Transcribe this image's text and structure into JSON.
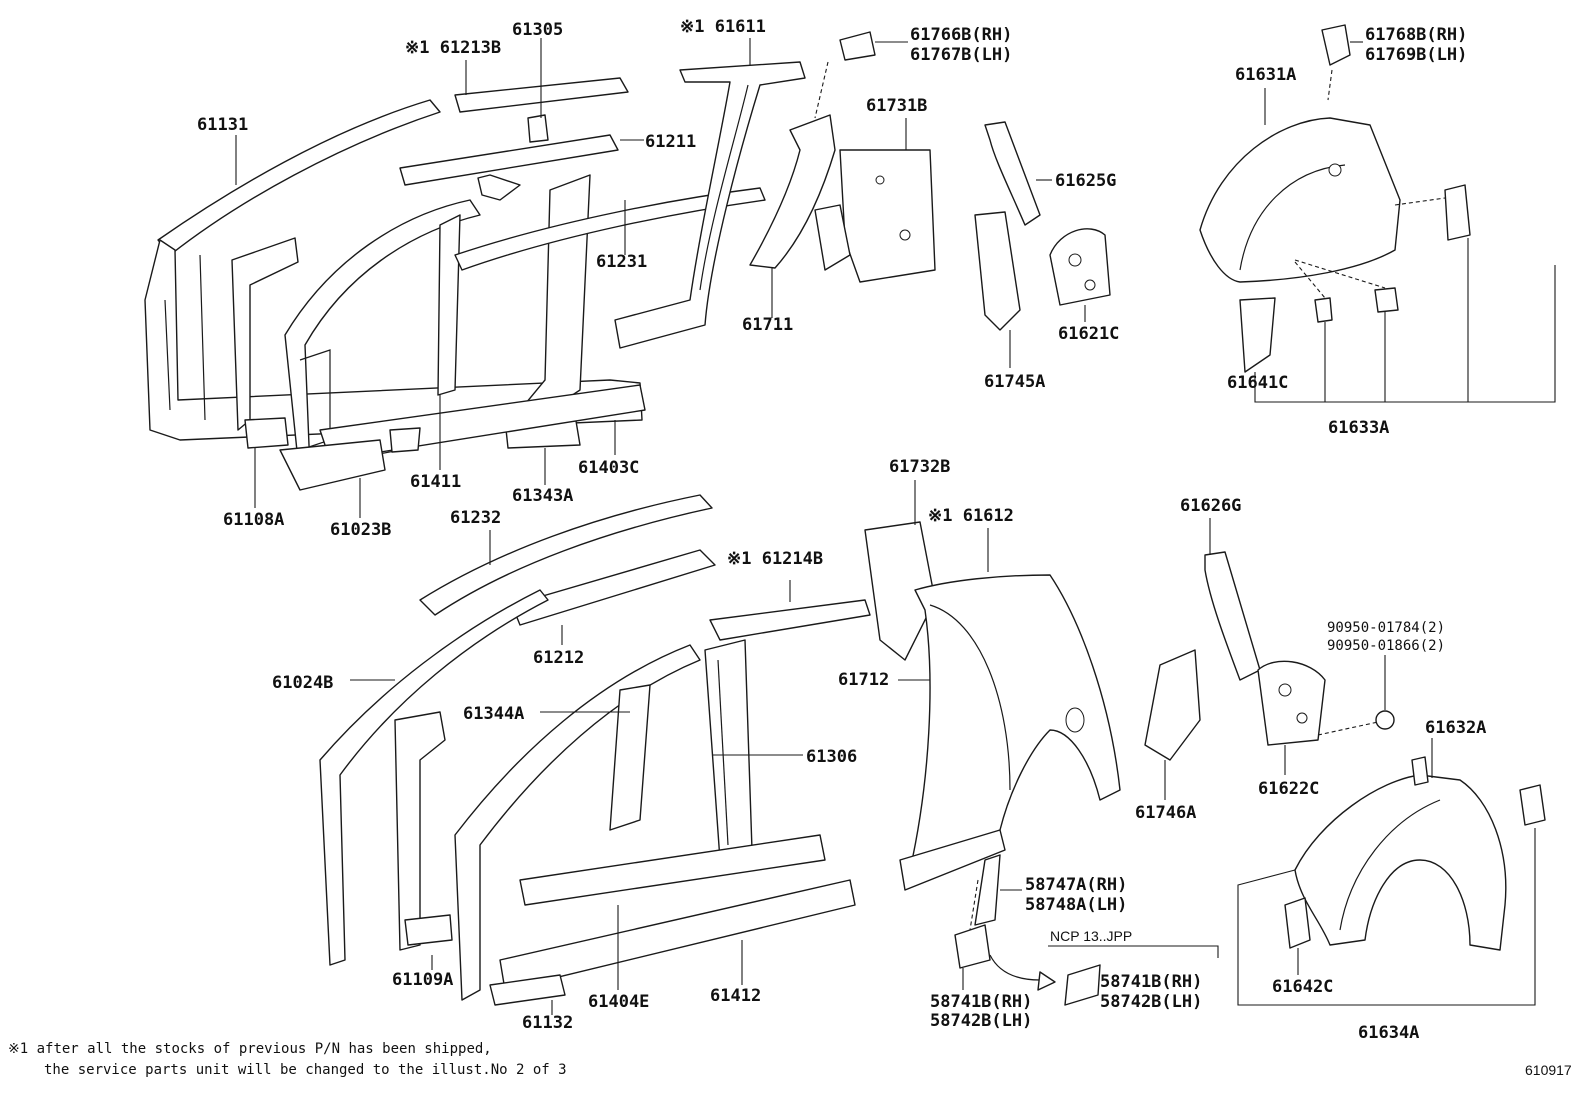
{
  "diagram": {
    "labels": {
      "p61131": "61131",
      "p61213B": "※1 61213B",
      "p61305": "61305",
      "p61611": "※1 61611",
      "p61766B": "61766B(RH)",
      "p61767B": "61767B(LH)",
      "p61768B": "61768B(RH)",
      "p61769B": "61769B(LH)",
      "p61631A": "61631A",
      "p61731B": "61731B",
      "p61211": "61211",
      "p61625G": "61625G",
      "p61231": "61231",
      "p61711": "61711",
      "p61621C": "61621C",
      "p61641C": "61641C",
      "p61633A": "61633A",
      "p61745A": "61745A",
      "p61411": "61411",
      "p61403C": "61403C",
      "p61108A": "61108A",
      "p61023B": "61023B",
      "p61343A": "61343A",
      "p61732B": "61732B",
      "p61612": "※1 61612",
      "p61626G": "61626G",
      "p61232": "61232",
      "p61214B": "※1 61214B",
      "p61212": "61212",
      "p61024B": "61024B",
      "p61712": "61712",
      "p90950_01784": "90950-01784(2)",
      "p90950_01866": "90950-01866(2)",
      "p61632A": "61632A",
      "p61344A": "61344A",
      "p61306": "61306",
      "p61622C": "61622C",
      "p61746A": "61746A",
      "p58747A": "58747A(RH)",
      "p58748A": "58748A(LH)",
      "p61109A": "61109A",
      "p61404E": "61404E",
      "p61412": "61412",
      "p61132": "61132",
      "p58741B_a": "58741B(RH)",
      "p58742B_a": "58742B(LH)",
      "p58741B_b": "58741B(RH)",
      "p58742B_b": "58742B(LH)",
      "p61642C": "61642C",
      "p61634A": "61634A"
    },
    "variant_note": "NCP 13..JPP",
    "footnote_line1": "※1 after all the stocks of previous P/N has been shipped,",
    "footnote_line2": "the service parts unit will be changed to the illust.No 2 of 3",
    "illustration_id": "610917"
  }
}
